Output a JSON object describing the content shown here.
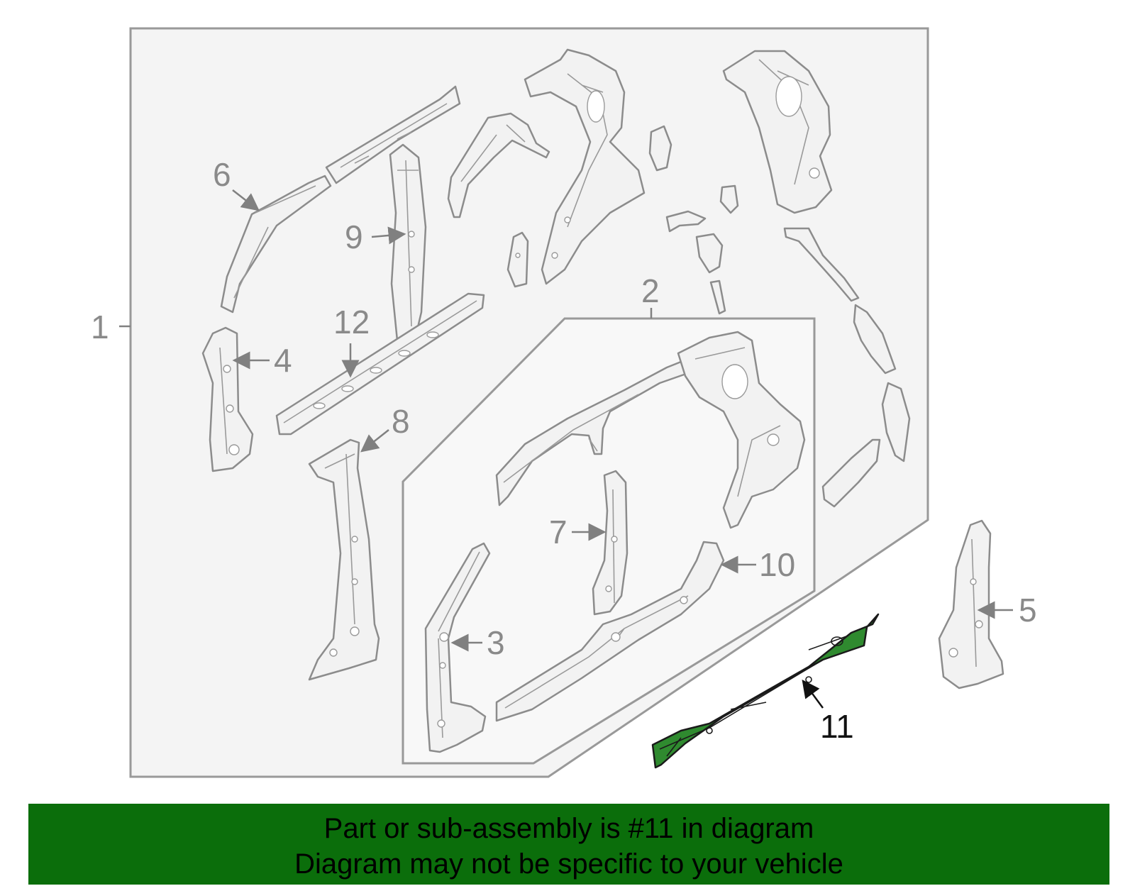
{
  "callouts": {
    "c1": "1",
    "c2": "2",
    "c3": "3",
    "c4": "4",
    "c5": "5",
    "c6": "6",
    "c7": "7",
    "c8": "8",
    "c9": "9",
    "c10": "10",
    "c11": "11",
    "c12": "12"
  },
  "highlight_color": "#2f8a2f",
  "banner": {
    "line1": "Part or sub-assembly is #11 in diagram",
    "line2": "Diagram may not be specific to your vehicle",
    "background": "#0b6e0b"
  }
}
